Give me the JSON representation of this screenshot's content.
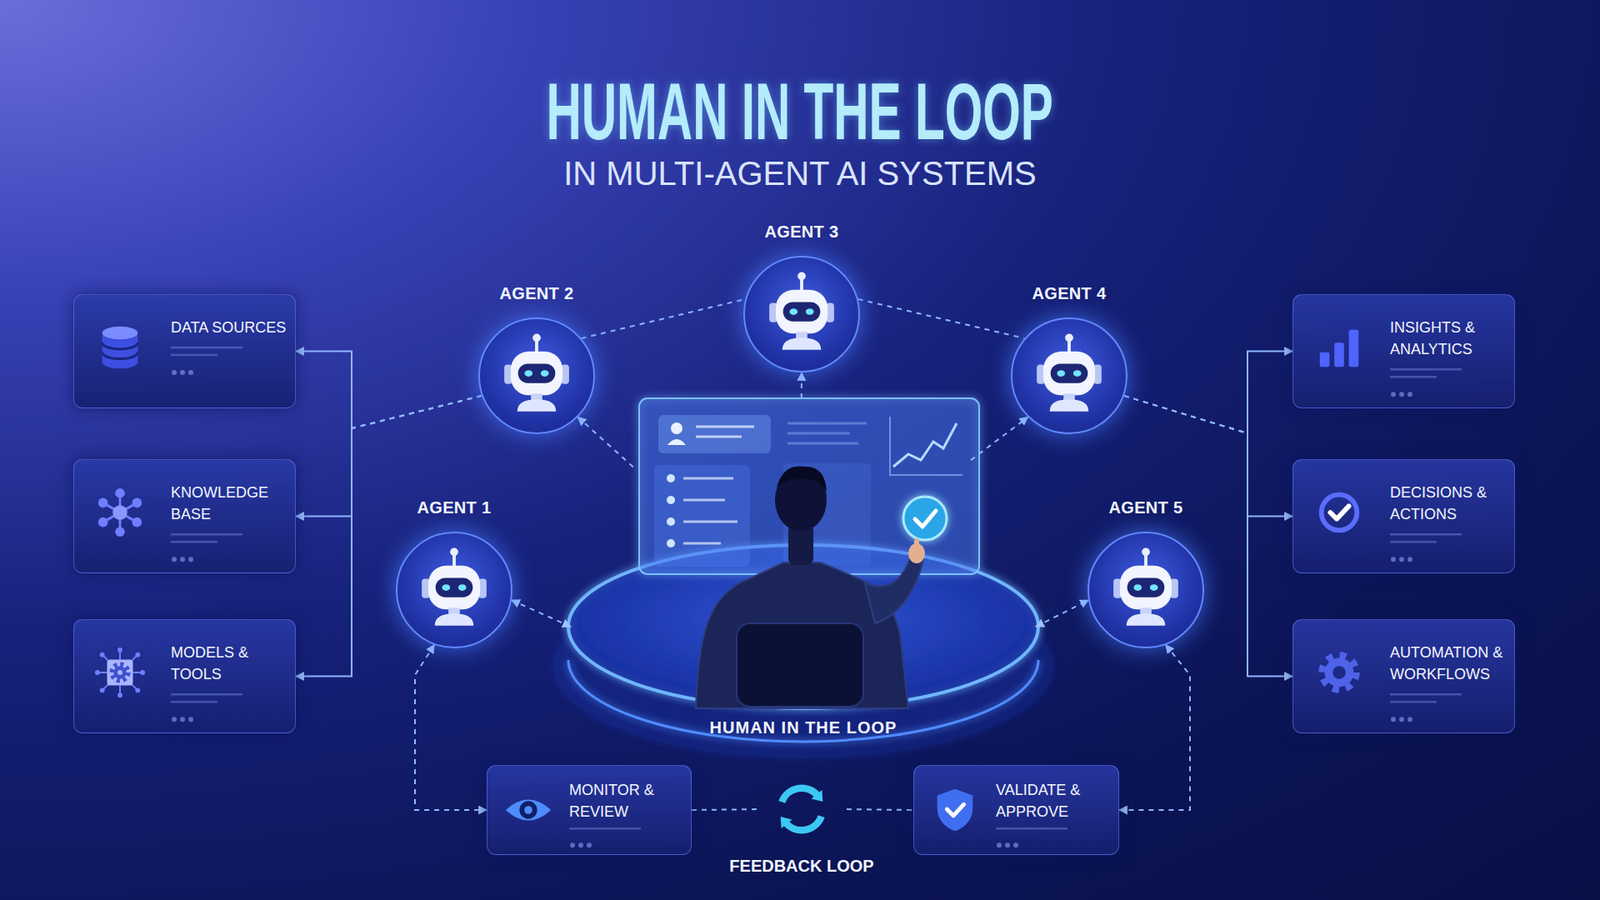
{
  "diagram": {
    "title": "HUMAN IN THE LOOP",
    "nodes": [
      {
        "text": [
          "AGENT 3"
        ]
      },
      {
        "text": [
          "AGENT 2"
        ]
      },
      {
        "text": [
          "AGENT 4"
        ]
      },
      {
        "text": [
          "DATA SOURCES"
        ]
      },
      {
        "text": [
          "INSIGHTS & ANALYTICS"
        ]
      },
      {
        "text": [
          "KNOWLEDGE BASE"
        ]
      },
      {
        "text": [
          "AGENT 1"
        ]
      },
      {
        "text": [
          "HUMAN IN THE LOOP"
        ]
      },
      {
        "text": [
          "AGENT 5"
        ]
      },
      {
        "text": [
          "DECISIONS & ACTIONS"
        ]
      },
      {
        "text": [
          "MODELS & TOOLS"
        ]
      },
      {
        "text": [
          "AUTOMATION & WORKFLOWS"
        ]
      },
      {
        "text": [
          "MONITOR & REVIEW"
        ]
      },
      {
        "text": [
          "FEEDBACK LOOP"
        ]
      },
      {
        "text": [
          "VALIDATE & APPROVE"
        ]
      }
    ],
    "edges": [
      {
        "from": 1,
        "to": 3,
        "arrow": "to"
      },
      {
        "from": 1,
        "to": 5,
        "arrow": "to"
      },
      {
        "from": 1,
        "to": 10,
        "arrow": "to"
      },
      {
        "from": 2,
        "to": 4,
        "arrow": "to"
      },
      {
        "from": 2,
        "to": 9,
        "arrow": "to"
      },
      {
        "from": 2,
        "to": 11,
        "arrow": "to"
      },
      {
        "from": 7,
        "to": 1,
        "arrow": "to"
      },
      {
        "from": 7,
        "to": 0,
        "arrow": "to"
      },
      {
        "from": 7,
        "to": 2,
        "arrow": "to"
      },
      {
        "from": 7,
        "to": 6,
        "arrow": "both"
      },
      {
        "from": 7,
        "to": 8,
        "arrow": "both"
      },
      {
        "from": 1,
        "to": 0,
        "arrow": "none"
      },
      {
        "from": 0,
        "to": 2,
        "arrow": "none"
      },
      {
        "from": 6,
        "to": 12,
        "arrow": "both"
      },
      {
        "from": 8,
        "to": 14,
        "arrow": "both"
      },
      {
        "from": 12,
        "to": 13,
        "arrow": "none"
      },
      {
        "from": 13,
        "to": 14,
        "arrow": "none"
      }
    ],
    "labels": [
      "IN MULTI-AGENT AI SYSTEMS"
    ]
  }
}
